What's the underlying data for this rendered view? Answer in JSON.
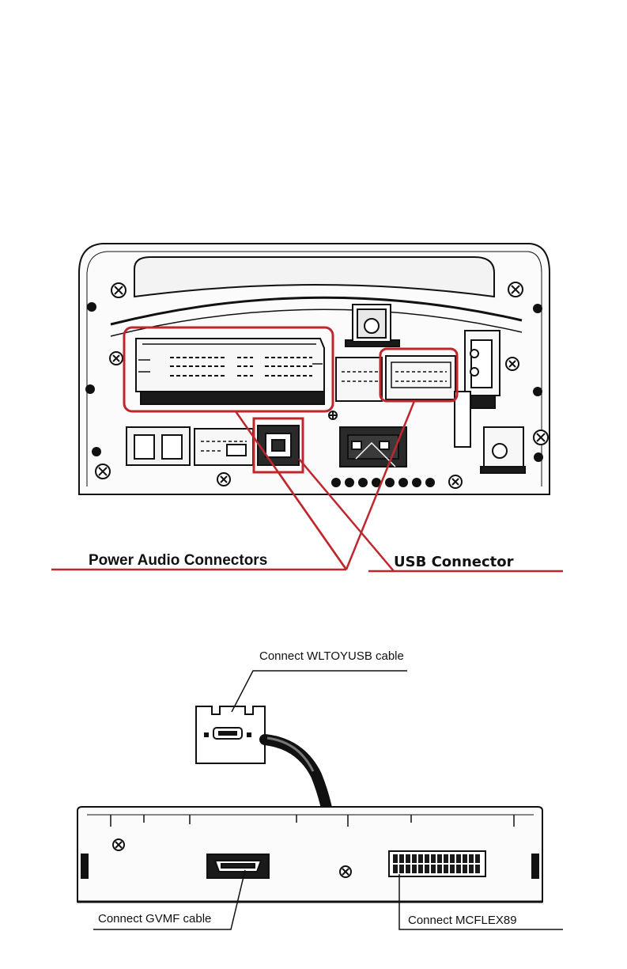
{
  "top_diagram": {
    "label_power_audio": "Power Audio Connectors",
    "label_usb": "USB Connector",
    "highlight_color": "#c0272d"
  },
  "bottom_diagram": {
    "label_wltoyusb": "Connect WLTOYUSB cable",
    "label_gvmf": "Connect GVMF cable",
    "label_mcflex": "Connect MCFLEX89"
  }
}
